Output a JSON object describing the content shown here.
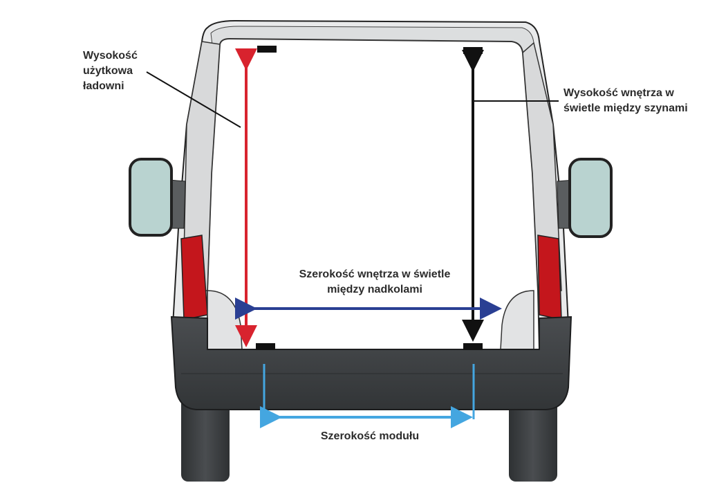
{
  "labels": {
    "usable_height": [
      "Wysokość",
      "użytkowa",
      "ładowni"
    ],
    "interior_height_between_rails": [
      "Wysokość wnętrza w",
      "świetle między szynami"
    ],
    "interior_width_between_wheel_arches": [
      "Szerokość wnętrza w świetle",
      "między nadkolami"
    ],
    "module_width": "Szerokość modułu"
  },
  "colors": {
    "usable_height_arrow": "#d8232e",
    "interior_height_arrow": "#111111",
    "width_arrow": "#2a3f93",
    "module_width_arrow": "#44a6e0",
    "body_dark": "#3a3d3f",
    "mirror_glass": "#b9d3d0",
    "tail_light": "#c4161c"
  }
}
